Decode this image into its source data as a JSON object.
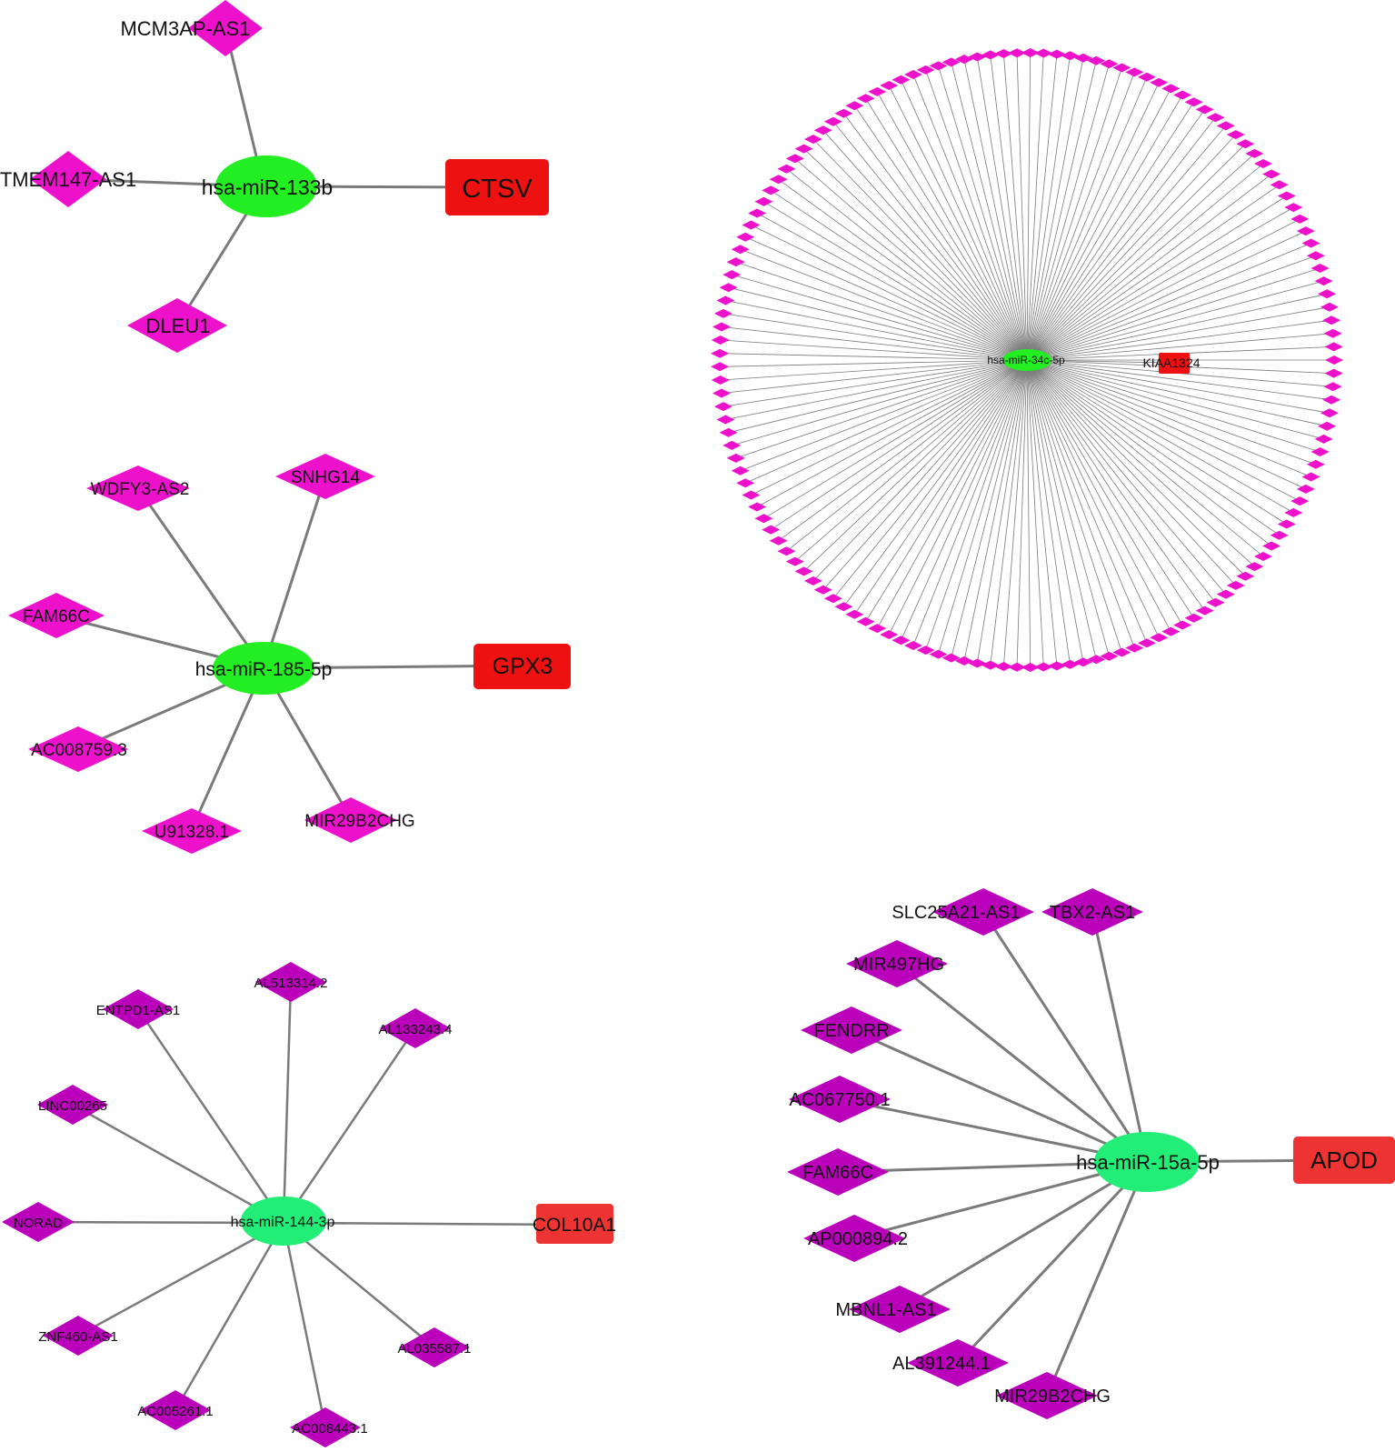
{
  "colors": {
    "mirna": "#22ee22",
    "mirna_pale": "#22ee77",
    "lncrna": "#ee11cc",
    "lncrna_purple": "#bb00bb",
    "mrna": "#ee1111",
    "mrna_pale": "#ee3333",
    "edge": "#7a7a7a"
  },
  "networks": [
    {
      "id": "net-133b",
      "mirna": "hsa-miR-133b",
      "mrna": "CTSV",
      "lncrnas": [
        "MCM3AP-AS1",
        "TMEM147-AS1",
        "DLEU1"
      ]
    },
    {
      "id": "net-185",
      "mirna": "hsa-miR-185-5p",
      "mrna": "GPX3",
      "lncrnas": [
        "WDFY3-AS2",
        "SNHG14",
        "FAM66C",
        "AC008759.3",
        "U91328.1",
        "MIR29B2CHG"
      ]
    },
    {
      "id": "net-34c",
      "mirna": "hsa-miR-34c-5p",
      "mrna": "KIAA1324",
      "lncrna_count": 145
    },
    {
      "id": "net-144",
      "mirna": "hsa-miR-144-3p",
      "mrna": "COL10A1",
      "lncrnas": [
        "AL513314.2",
        "ENTPD1-AS1",
        "AL133243.4",
        "LINC00265",
        "NORAD",
        "ZNF460-AS1",
        "AC005261.1",
        "AC008443.1",
        "AL035587.1"
      ]
    },
    {
      "id": "net-15a",
      "mirna": "hsa-miR-15a-5p",
      "mrna": "APOD",
      "lncrnas": [
        "SLC25A21-AS1",
        "TBX2-AS1",
        "MIR497HG",
        "FENDRR",
        "AC067750.1",
        "FAM66C",
        "AP000894.2",
        "MBNL1-AS1",
        "AL391244.1",
        "MIR29B2CHG"
      ]
    }
  ]
}
